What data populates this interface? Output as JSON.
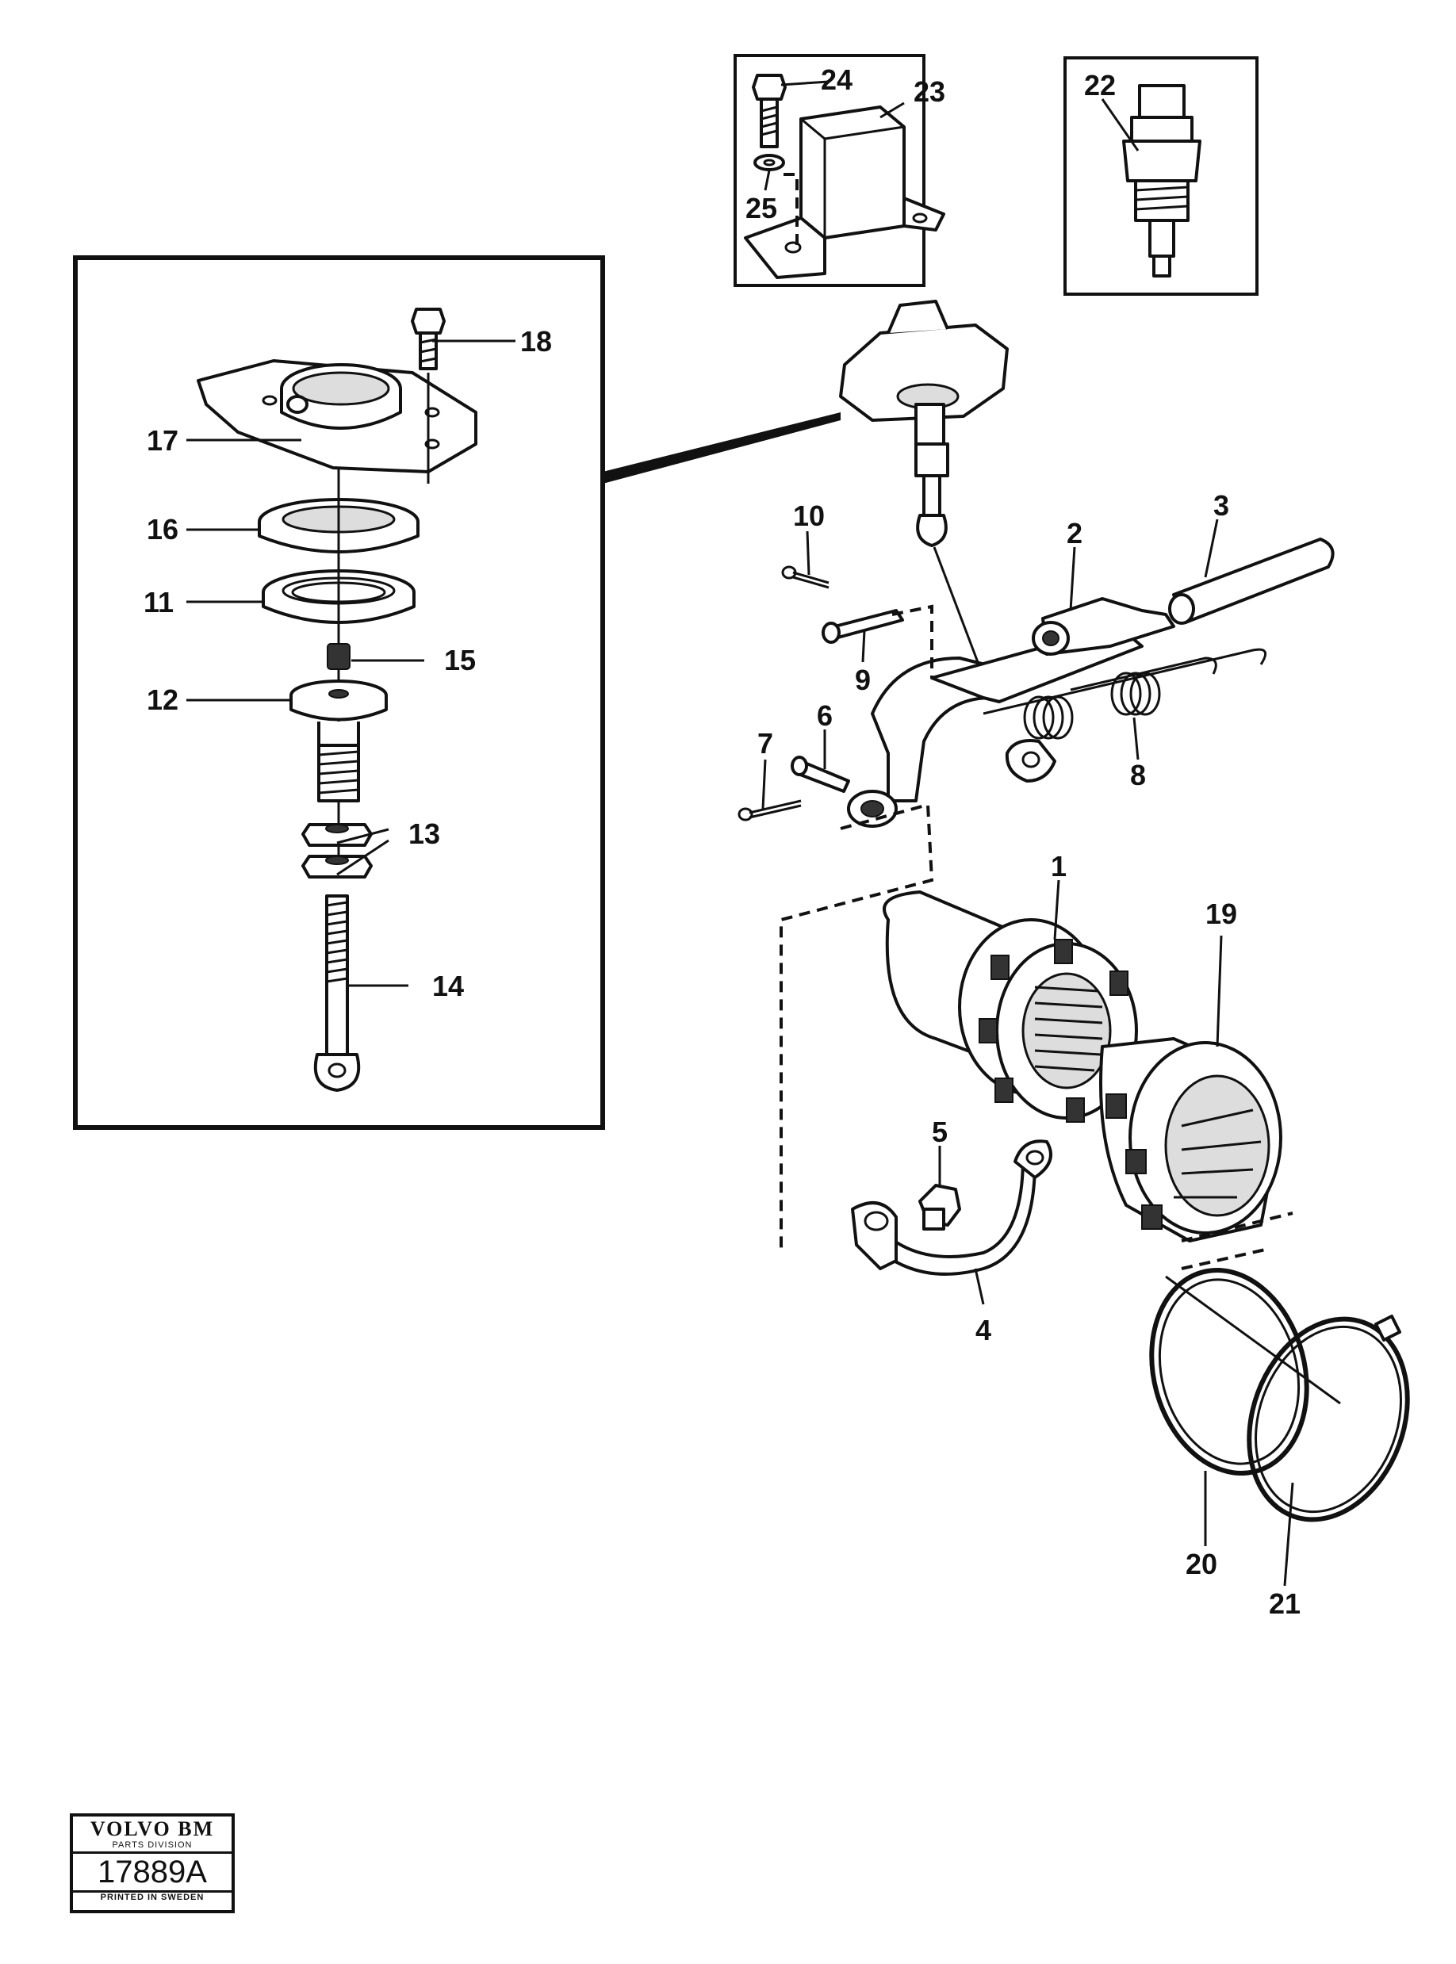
{
  "labels": {
    "p1": "1",
    "p2": "2",
    "p3": "3",
    "p4": "4",
    "p5": "5",
    "p6": "6",
    "p7": "7",
    "p8": "8",
    "p9": "9",
    "p10": "10",
    "p11": "11",
    "p12": "12",
    "p13": "13",
    "p14": "14",
    "p15": "15",
    "p16": "16",
    "p17": "17",
    "p18": "18",
    "p19": "19",
    "p20": "20",
    "p21": "21",
    "p22": "22",
    "p23": "23",
    "p24": "24",
    "p25": "25"
  },
  "logo": {
    "brand": "VOLVO BM",
    "division": "PARTS DIVISION",
    "number": "17889A",
    "printed": "PRINTED IN SWEDEN"
  }
}
